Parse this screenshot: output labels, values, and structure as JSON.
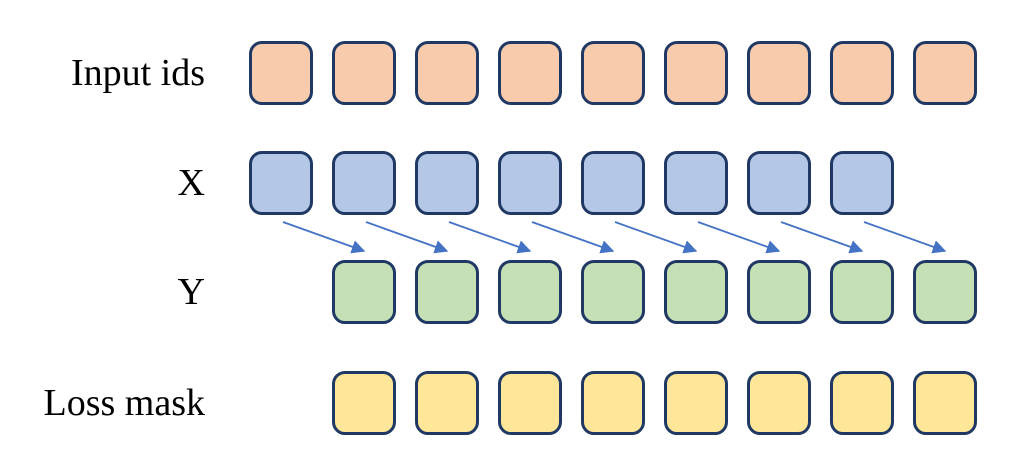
{
  "palette": {
    "background": "#ffffff",
    "box_border": "#1F3864",
    "label_color": "#000000",
    "arrow_color": "#4472C4"
  },
  "rows": [
    {
      "id": "input-ids",
      "label": "Input ids",
      "count": 9,
      "start_column": 0,
      "fill": "#F8CBAD"
    },
    {
      "id": "x",
      "label": "X",
      "count": 8,
      "start_column": 0,
      "fill": "#B4C7E7"
    },
    {
      "id": "y",
      "label": "Y",
      "count": 8,
      "start_column": 1,
      "fill": "#C5E0B4"
    },
    {
      "id": "loss-mask",
      "label": "Loss mask",
      "count": 8,
      "start_column": 1,
      "fill": "#FFE699"
    }
  ],
  "arrows": {
    "count": 8,
    "from_row": "x",
    "to_row": "y",
    "shift": 1,
    "direction": "down-right",
    "color": "#4472C4"
  }
}
